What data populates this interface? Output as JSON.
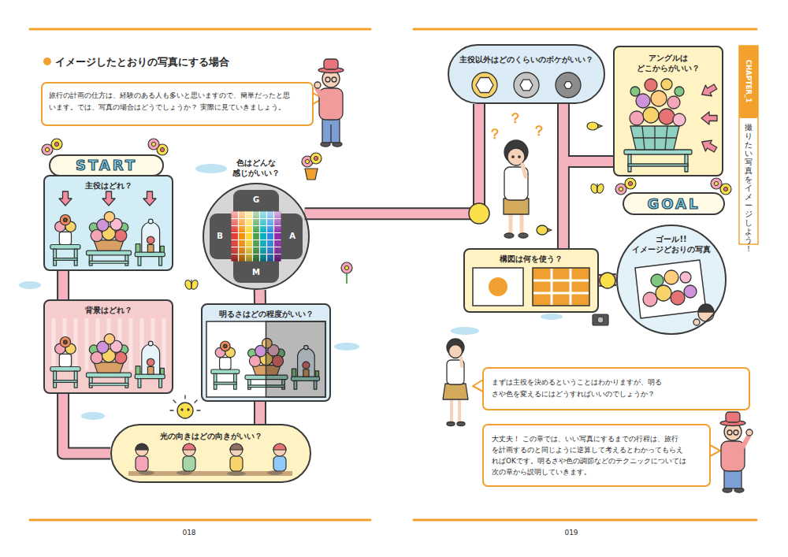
{
  "diagram": {
    "title": "イメージしたとおりの写真にする場合",
    "nodes": [
      {
        "text": [
          "旅行の計画の仕方は、経験のある人も多いと思いますので、簡単だったと思 います。では、写真の場合はどうでしょうか？ 実際に見ていきましょう。"
        ]
      },
      {
        "text": [
          "START"
        ]
      },
      {
        "text": [
          "主役はどれ？"
        ]
      },
      {
        "text": [
          "色はどんな 感じがいい？"
        ]
      },
      {
        "text": [
          "背景はどれ？"
        ]
      },
      {
        "text": [
          "明るさはどの程度がいい？"
        ]
      },
      {
        "text": [
          "光の向きはどの向きがいい？"
        ]
      },
      {
        "text": [
          "主役以外はどのくらいのボケがいい？"
        ]
      },
      {
        "text": [
          "アングルは どこからがいい？"
        ]
      },
      {
        "text": [
          "GOAL"
        ]
      },
      {
        "text": [
          "ゴール!! イメージどおりの写真"
        ]
      },
      {
        "text": [
          "構図は何を使う？"
        ]
      },
      {
        "text": [
          "まずは主役を決めるということはわかりますが、明る さや色を変えるにはどうすればいいのでしょうか？"
        ]
      },
      {
        "text": [
          "大丈夫！ この章では、いい写真にするまでの行程は、旅行 を計画するのと同じように逆算して考えるとわかってもらえ ればOKです。明るさや色の調節などのテクニックについては 次の章から説明していきます。"
        ]
      }
    ],
    "edges": [
      {
        "from": 2,
        "to": 4,
        "arrow": "none"
      },
      {
        "from": 4,
        "to": 6,
        "arrow": "none"
      },
      {
        "from": 6,
        "to": 5,
        "arrow": "none"
      },
      {
        "from": 5,
        "to": 3,
        "arrow": "none"
      },
      {
        "from": 3,
        "to": 7,
        "arrow": "none"
      },
      {
        "from": 7,
        "to": 8,
        "arrow": "none"
      },
      {
        "from": 8,
        "to": 11,
        "arrow": "none"
      },
      {
        "from": 11,
        "to": 10,
        "arrow": "none"
      }
    ],
    "labels": [
      "G",
      "B",
      "A",
      "M",
      "？",
      "？",
      "？",
      "CHAPTER_1",
      "撮りたい写真をイメージしよう！",
      "018",
      "019"
    ]
  }
}
